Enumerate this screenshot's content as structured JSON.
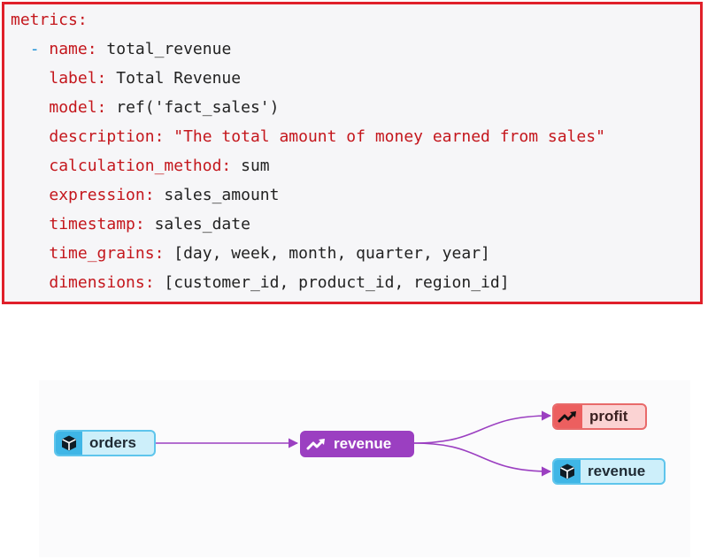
{
  "code": {
    "lines": [
      {
        "key": "metrics:",
        "val": ""
      },
      {
        "key": "name:",
        "val": " total_revenue"
      },
      {
        "key": "label:",
        "val": " Total Revenue"
      },
      {
        "key": "model:",
        "val": " ref('fact_sales')"
      },
      {
        "key": "description:",
        "val": " \"The total amount of money earned from sales\""
      },
      {
        "key": "calculation_method:",
        "val": " sum"
      },
      {
        "key": "expression:",
        "val": " sales_amount"
      },
      {
        "key": "timestamp:",
        "val": " sales_date"
      },
      {
        "key": "time_grains:",
        "val": " [day, week, month, quarter, year]"
      },
      {
        "key": "dimensions:",
        "val": " [customer_id, product_id, region_id]"
      }
    ],
    "dash": "-"
  },
  "diagram": {
    "nodes": {
      "orders": {
        "label": "orders",
        "icon": "cube-icon"
      },
      "revenue_metric": {
        "label": "revenue",
        "icon": "trend-up-icon"
      },
      "profit": {
        "label": "profit",
        "icon": "trend-up-icon"
      },
      "revenue_model": {
        "label": "revenue",
        "icon": "cube-icon"
      }
    },
    "colors": {
      "model": "#3fb6e6",
      "metric": "#9b3fc1",
      "profit": "#ec5f5f",
      "edge": "#9b3fc1"
    }
  }
}
